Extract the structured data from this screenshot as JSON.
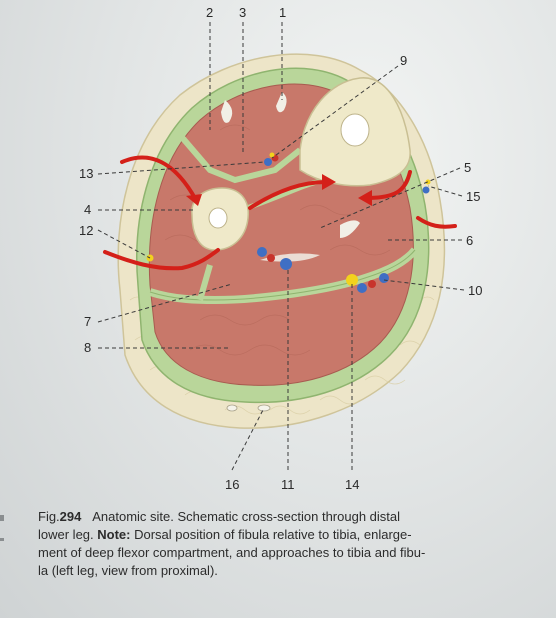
{
  "figure": {
    "labels": {
      "l1": "1",
      "l2": "2",
      "l3": "3",
      "l4": "4",
      "l5": "5",
      "l6": "6",
      "l7": "7",
      "l8": "8",
      "l9": "9",
      "l10": "10",
      "l11": "11",
      "l12": "12",
      "l13": "13",
      "l14": "14",
      "l15": "15",
      "l16": "16"
    },
    "colors": {
      "muscle": "#c8786a",
      "fascia": "#b9d69a",
      "fat": "#ede5c8",
      "bone": "#efe9c9",
      "artery": "#c8342c",
      "vein": "#3f6fc4",
      "nerve": "#f2d21e",
      "approach_arrow": "#d42019"
    }
  },
  "caption": {
    "fig_prefix": "Fig.",
    "fig_number": "294",
    "text_line1": "Anatomic site. Schematic cross-section through distal",
    "text_line2_a": "lower leg.",
    "note_label": "Note:",
    "text_line2_b": "Dorsal position of fibula relative to tibia, enlarge-",
    "text_line3": "ment of deep flexor compartment, and approaches to tibia and fibu-",
    "text_line4": "la (left leg, view from proximal)."
  }
}
